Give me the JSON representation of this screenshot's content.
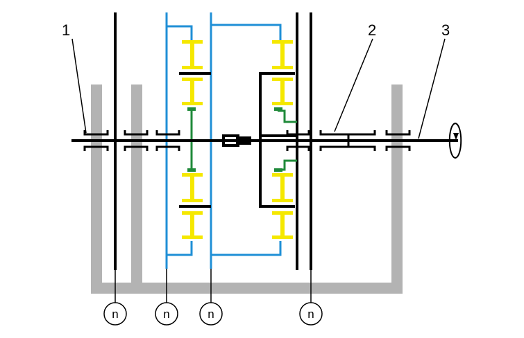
{
  "diagram": {
    "callouts": [
      {
        "id": "1",
        "text": "1"
      },
      {
        "id": "2",
        "text": "2"
      },
      {
        "id": "3",
        "text": "3"
      }
    ],
    "speed_markers": [
      {
        "text": "n"
      },
      {
        "text": "n"
      },
      {
        "text": "n"
      },
      {
        "text": "n"
      }
    ],
    "colors": {
      "housing": "#b3b3b3",
      "shaft": "#000000",
      "sun_carrier": "#1f8fd6",
      "planet": "#f5e800",
      "ring": "#1f8a3a"
    },
    "icons": [
      "rotation-arrow-icon"
    ]
  }
}
